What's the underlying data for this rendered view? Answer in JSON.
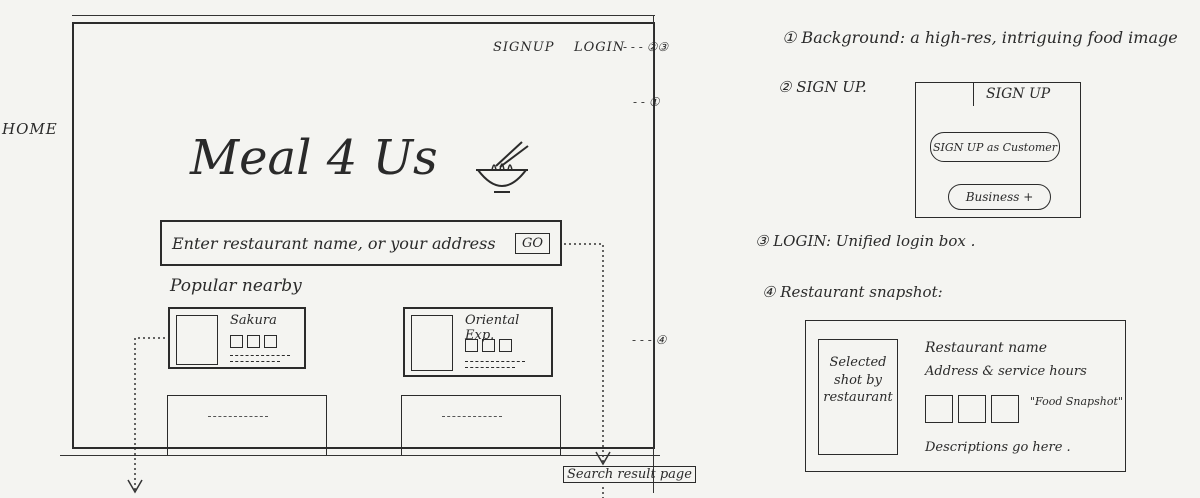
{
  "wireframe": {
    "home_label": "HOME",
    "nav": {
      "signup": "SIGNUP",
      "login": "LOGIN"
    },
    "logo": "Meal 4 Us",
    "search": {
      "placeholder": "Enter restaurant name, or your address",
      "go": "GO"
    },
    "popular_label": "Popular nearby",
    "cards": [
      {
        "name": "Sakura"
      },
      {
        "name": "Oriental Exp."
      }
    ],
    "callouts": {
      "signup_login": "②③",
      "background": "①",
      "snapshot": "④"
    },
    "search_result": "Search result page"
  },
  "notes": {
    "background": "① Background: a high-res, intriguing food image",
    "signup": "② SIGN UP.",
    "login": "③ LOGIN:   Unified login box .",
    "snapshot": "④ Restaurant snapshot:"
  },
  "signup_panel": {
    "tab": "SIGN UP",
    "customer_button": "SIGN UP as Customer",
    "business_button": "Business +"
  },
  "snapshot_panel": {
    "image_text": "Selected shot by restaurant",
    "name": "Restaurant name",
    "address": "Address & service hours",
    "food_snapshot": "\"Food Snapshot\"",
    "description": "Descriptions go here ."
  }
}
